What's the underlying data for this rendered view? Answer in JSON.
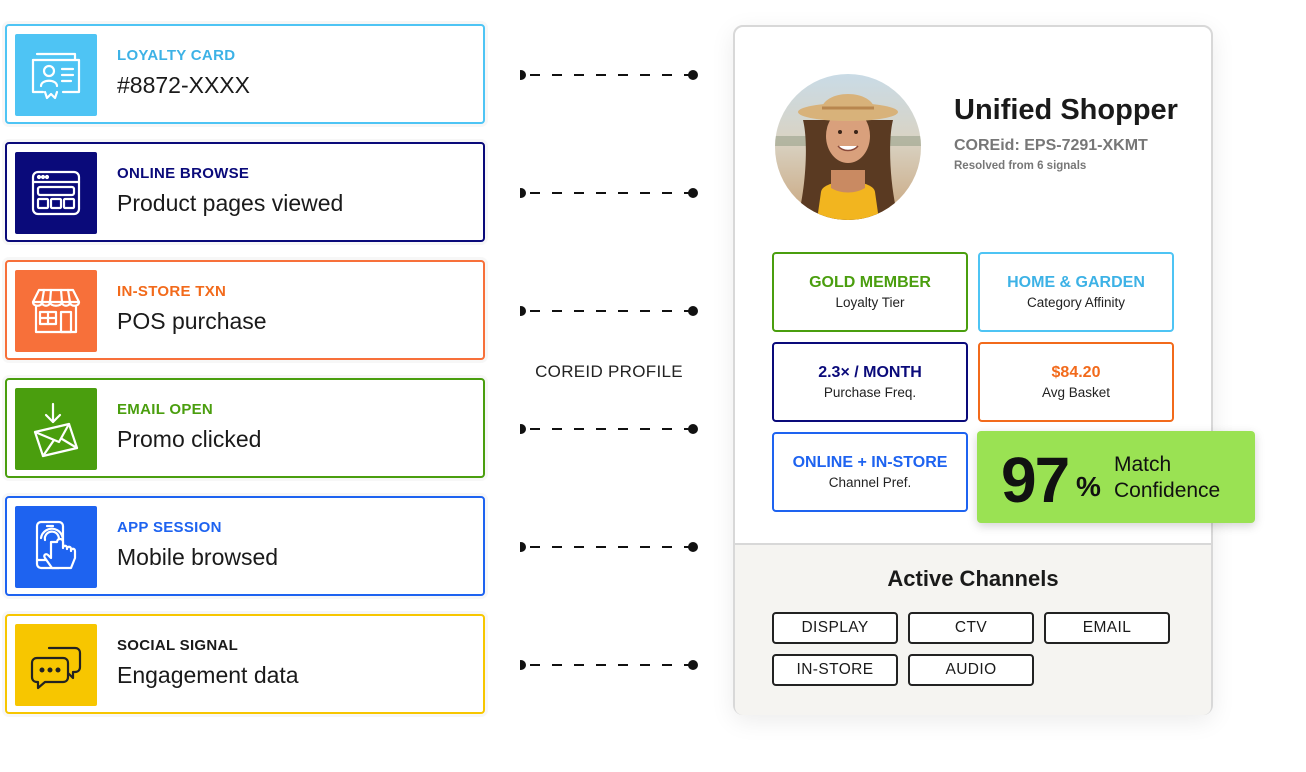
{
  "signals": [
    {
      "title": "LOYALTY CARD",
      "desc": "#8872-XXXX",
      "color": "#4ec4f4",
      "icon": "loyalty-card-icon"
    },
    {
      "title": "ONLINE BROWSE",
      "desc": "Product pages viewed",
      "color": "#0a0a7a",
      "icon": "browser-window-icon"
    },
    {
      "title": "IN-STORE TXN",
      "desc": "POS purchase",
      "color": "#f7703a",
      "icon": "storefront-icon"
    },
    {
      "title": "EMAIL OPEN",
      "desc": "Promo clicked",
      "color": "#4a9e0e",
      "icon": "email-download-icon"
    },
    {
      "title": "APP SESSION",
      "desc": "Mobile browsed",
      "color": "#1e63f0",
      "icon": "mobile-tap-icon"
    },
    {
      "title": "SOCIAL SIGNAL",
      "desc": "Engagement data",
      "color": "#f7c600",
      "icon": "chat-bubbles-icon"
    }
  ],
  "connector_label": "COREID PROFILE",
  "profile": {
    "name": "Unified Shopper",
    "coreid": "COREid: EPS-7291-XKMT",
    "resolved": "Resolved from 6 signals"
  },
  "attributes": [
    {
      "value": "GOLD MEMBER",
      "label": "Loyalty Tier",
      "color": "#4a9e0e"
    },
    {
      "value": "HOME & GARDEN",
      "label": "Category Affinity",
      "color": "#3db2e6"
    },
    {
      "value": "2.3× / MONTH",
      "label": "Purchase Freq.",
      "color": "#0a0a7a"
    },
    {
      "value": "$84.20",
      "label": "Avg Basket",
      "color": "#f26a1b"
    },
    {
      "value": "ONLINE + IN-STORE",
      "label": "Channel Pref.",
      "color": "#1e63f0"
    }
  ],
  "match": {
    "value": "97",
    "unit": "%",
    "line1": "Match",
    "line2": "Confidence",
    "color": "#9ae253"
  },
  "channels": {
    "title": "Active Channels",
    "items": [
      "DISPLAY",
      "CTV",
      "EMAIL",
      "IN-STORE",
      "AUDIO"
    ]
  }
}
